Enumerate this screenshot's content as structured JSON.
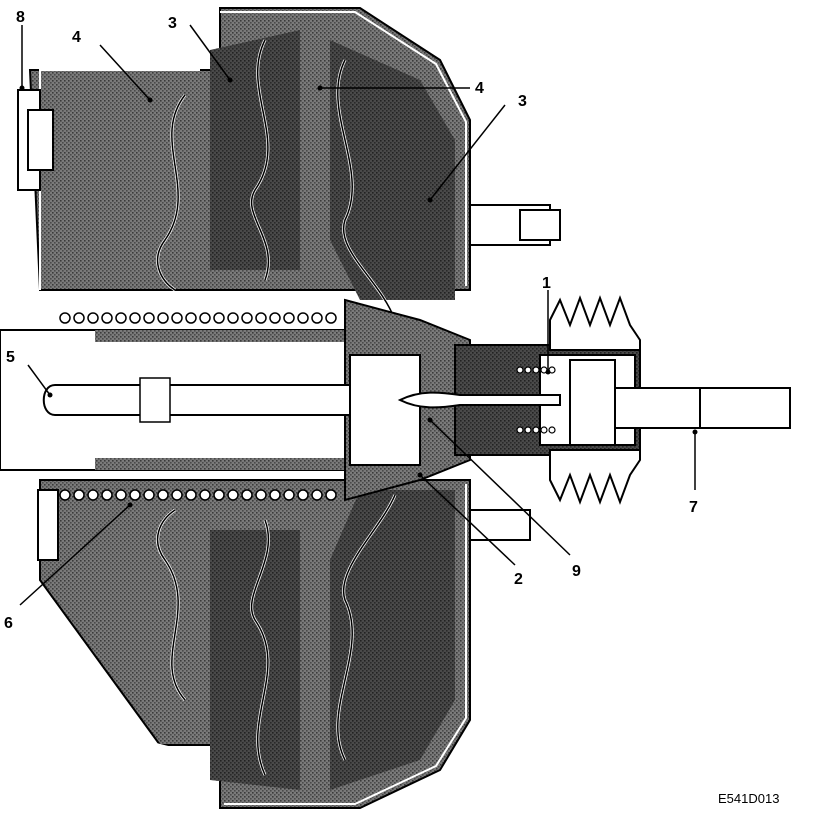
{
  "callouts": {
    "c1": "1",
    "c2": "2",
    "c3a": "3",
    "c3b": "3",
    "c4a": "4",
    "c4b": "4",
    "c5": "5",
    "c6": "6",
    "c7": "7",
    "c8": "8",
    "c9": "9"
  },
  "figure_code": "E541D013",
  "colors": {
    "shade": "#6a6a6a",
    "dark": "#3c3c3c",
    "outline": "#000000",
    "light": "#ffffff"
  }
}
